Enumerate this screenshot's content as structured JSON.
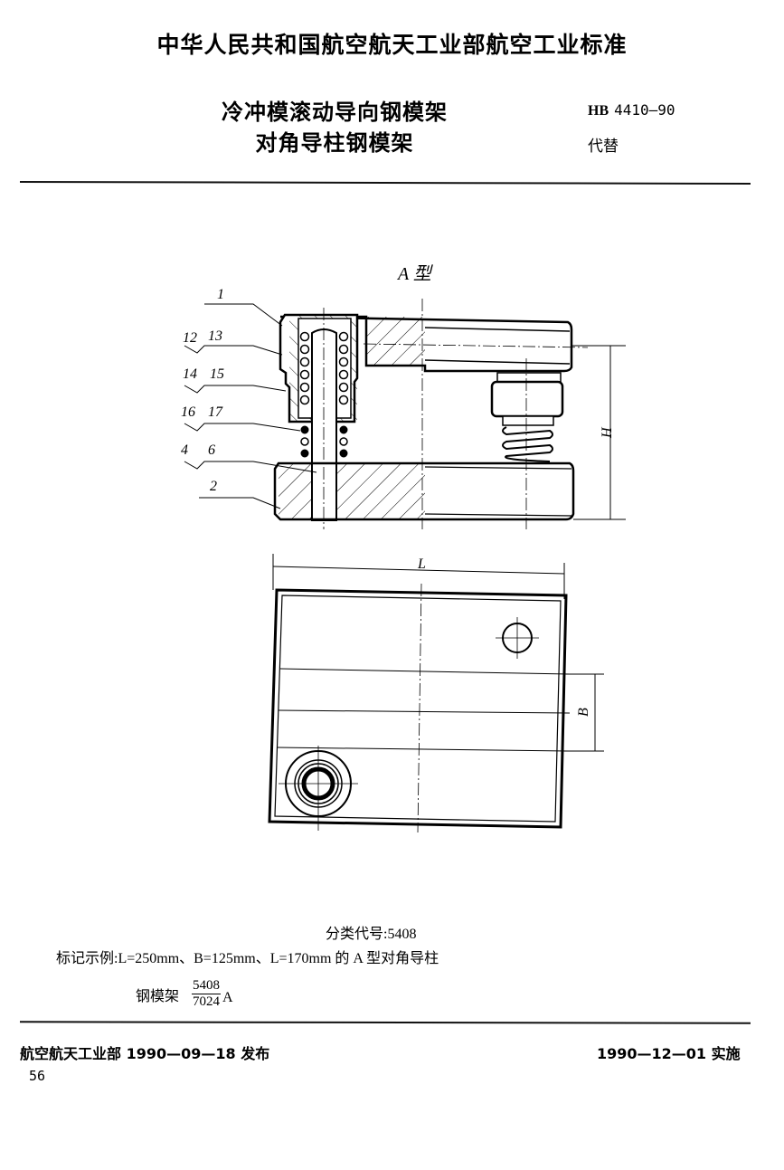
{
  "header": {
    "organization_title": "中华人民共和国航空航天工业部航空工业标准",
    "title_line1": "冷冲模滚动导向钢模架",
    "title_line2": "对角导柱钢模架",
    "standard_prefix": "HB",
    "standard_number": "4410—90",
    "replaces_label": "代替"
  },
  "figure": {
    "type_label": "A 型",
    "part_labels": {
      "p1": "1",
      "p12": "12",
      "p13": "13",
      "p14": "14",
      "p15": "15",
      "p16": "16",
      "p17": "17",
      "p4": "4",
      "p6": "6",
      "p2": "2"
    },
    "dimension_labels": {
      "height": "H",
      "length": "L",
      "width": "B"
    }
  },
  "body": {
    "classification_code": "分类代号:5408",
    "marking_example": "标记示例:L=250mm、B=125mm、L=170mm 的 A 型对角导柱",
    "marking_name": "钢模架",
    "marking_numerator": "5408",
    "marking_denominator": "7024",
    "marking_suffix": "A"
  },
  "footer": {
    "issuer": "航空航天工业部 1990—09—18 发布",
    "effective": "1990—12—01 实施",
    "page_number": "56"
  },
  "colors": {
    "ink": "#000000",
    "paper": "#ffffff"
  }
}
